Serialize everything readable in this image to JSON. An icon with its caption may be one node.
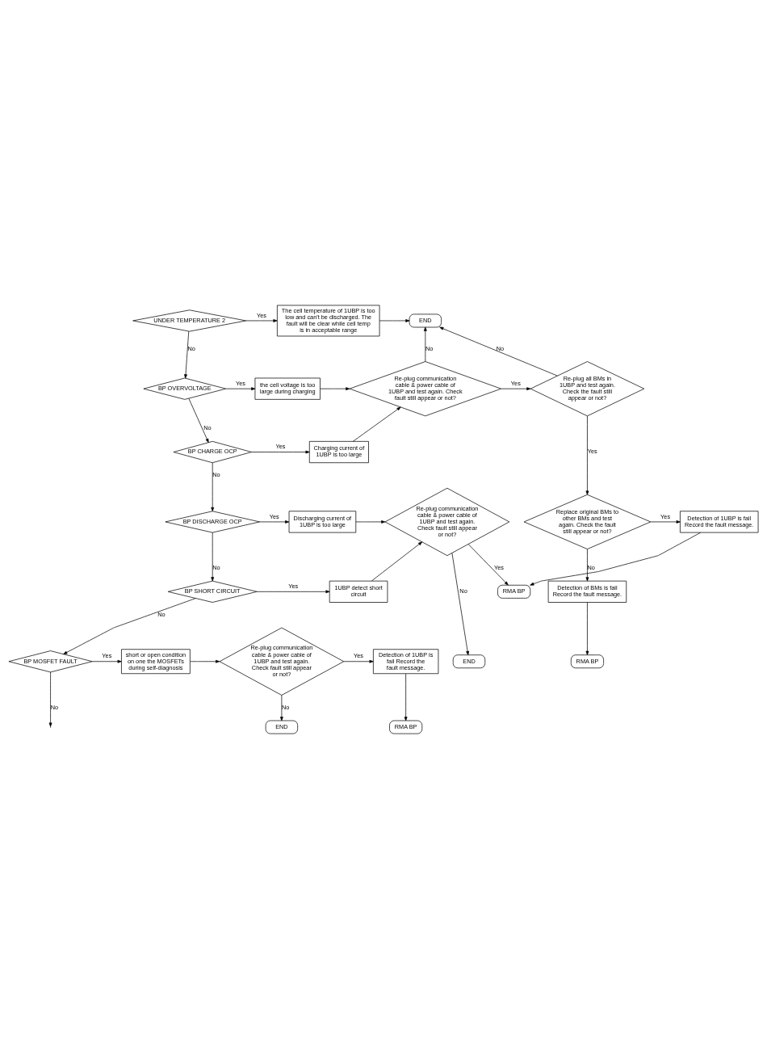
{
  "diagram": {
    "nodes": [
      {
        "text": [
          "UNDER TEMPERATURE 2"
        ]
      },
      {
        "text": [
          "The cell temperature of 1UBP is too low and can't be discharged. The fault will be clear while cell temp is in acceptable range"
        ]
      },
      {
        "text": [
          "END"
        ]
      },
      {
        "text": [
          "BP OVERVOLTAGE"
        ]
      },
      {
        "text": [
          "the cell voltage is too large during charging"
        ]
      },
      {
        "text": [
          "Re-plug communication cable & power cable of 1UBP and test again. Check fault still appear or not?"
        ]
      },
      {
        "text": [
          "Re-plug all BMs in 1UBP and test again. Check the fault still appear or not?"
        ]
      },
      {
        "text": [
          "BP CHARGE OCP"
        ]
      },
      {
        "text": [
          "Charging current of 1UBP is too large"
        ]
      },
      {
        "text": [
          "Detection of 1UBP is fail Record the fault message."
        ]
      },
      {
        "text": [
          "Replace original BMs to other BMs and test again. Check the fault still appear or not?"
        ]
      },
      {
        "text": [
          "RMA BP"
        ]
      },
      {
        "text": [
          "Detection of BMs is fail Record the fault message."
        ]
      },
      {
        "text": [
          "END"
        ]
      },
      {
        "text": [
          "RMA BP"
        ]
      },
      {
        "text": [
          "BP DISCHARGE OCP"
        ]
      },
      {
        "text": [
          "Discharging current of 1UBP is too large"
        ]
      },
      {
        "text": [
          "Re-plug communication cable & power cable of 1UBP and test again. Check fault still appear or not?"
        ]
      },
      {
        "text": [
          "BP SHORT CIRCUIT"
        ]
      },
      {
        "text": [
          "1UBP detect short circuit"
        ]
      },
      {
        "text": [
          "RMA BP"
        ]
      },
      {
        "text": [
          "BP MOSFET FAULT"
        ]
      },
      {
        "text": [
          "short or open condition on one the MOSFETs during self-diagnosis"
        ]
      },
      {
        "text": [
          "Re-plug communication cable & power cable of 1UBP and test again. Check fault still appear or not?"
        ]
      },
      {
        "text": [
          "Detection of 1UBP is fail Record the fault message."
        ]
      },
      {
        "text": [
          "END"
        ]
      }
    ],
    "edges": [
      {
        "from": 0,
        "to": 1,
        "arrow": "to",
        "label": "Yes"
      },
      {
        "from": 1,
        "to": 2,
        "arrow": "to"
      },
      {
        "from": 0,
        "to": 3,
        "arrow": "to",
        "label": "No"
      },
      {
        "from": 3,
        "to": 4,
        "arrow": "to",
        "label": "Yes"
      },
      {
        "from": 4,
        "to": 5,
        "arrow": "to"
      },
      {
        "from": 5,
        "to": 2,
        "arrow": "to",
        "label": "No"
      },
      {
        "from": 5,
        "to": 6,
        "arrow": "to",
        "label": "Yes"
      },
      {
        "from": 6,
        "to": 2,
        "arrow": "to",
        "label": "No"
      },
      {
        "from": 6,
        "to": 10,
        "arrow": "to",
        "label": "Yes"
      },
      {
        "from": 3,
        "to": 7,
        "arrow": "to",
        "label": "No"
      },
      {
        "from": 7,
        "to": 8,
        "arrow": "to",
        "label": "Yes"
      },
      {
        "from": 8,
        "to": 5,
        "arrow": "to"
      },
      {
        "from": 10,
        "to": 9,
        "arrow": "to",
        "label": "Yes"
      },
      {
        "from": 10,
        "to": 12,
        "arrow": "to",
        "label": "No"
      },
      {
        "from": 9,
        "to": 11,
        "arrow": "to"
      },
      {
        "from": 12,
        "to": 14,
        "arrow": "to"
      },
      {
        "from": 7,
        "to": 15,
        "arrow": "to",
        "label": "No"
      },
      {
        "from": 15,
        "to": 16,
        "arrow": "to",
        "label": "Yes"
      },
      {
        "from": 16,
        "to": 17,
        "arrow": "to"
      },
      {
        "from": 17,
        "to": 13,
        "arrow": "to",
        "label": "No"
      },
      {
        "from": 17,
        "to": 11,
        "arrow": "to",
        "label": "Yes"
      },
      {
        "from": 15,
        "to": 18,
        "arrow": "to",
        "label": "No"
      },
      {
        "from": 18,
        "to": 19,
        "arrow": "to",
        "label": "Yes"
      },
      {
        "from": 19,
        "to": 17,
        "arrow": "to"
      },
      {
        "from": 18,
        "to": 21,
        "arrow": "to",
        "label": "No"
      },
      {
        "from": 21,
        "to": 22,
        "arrow": "to",
        "label": "Yes"
      },
      {
        "from": 22,
        "to": 23,
        "arrow": "to"
      },
      {
        "from": 23,
        "to": 24,
        "arrow": "to",
        "label": "Yes"
      },
      {
        "from": 23,
        "to": 25,
        "arrow": "to",
        "label": "No"
      },
      {
        "from": 24,
        "to": 20,
        "arrow": "to"
      },
      {
        "from": 21,
        "to": null,
        "arrow": "to",
        "label": "No"
      }
    ]
  }
}
